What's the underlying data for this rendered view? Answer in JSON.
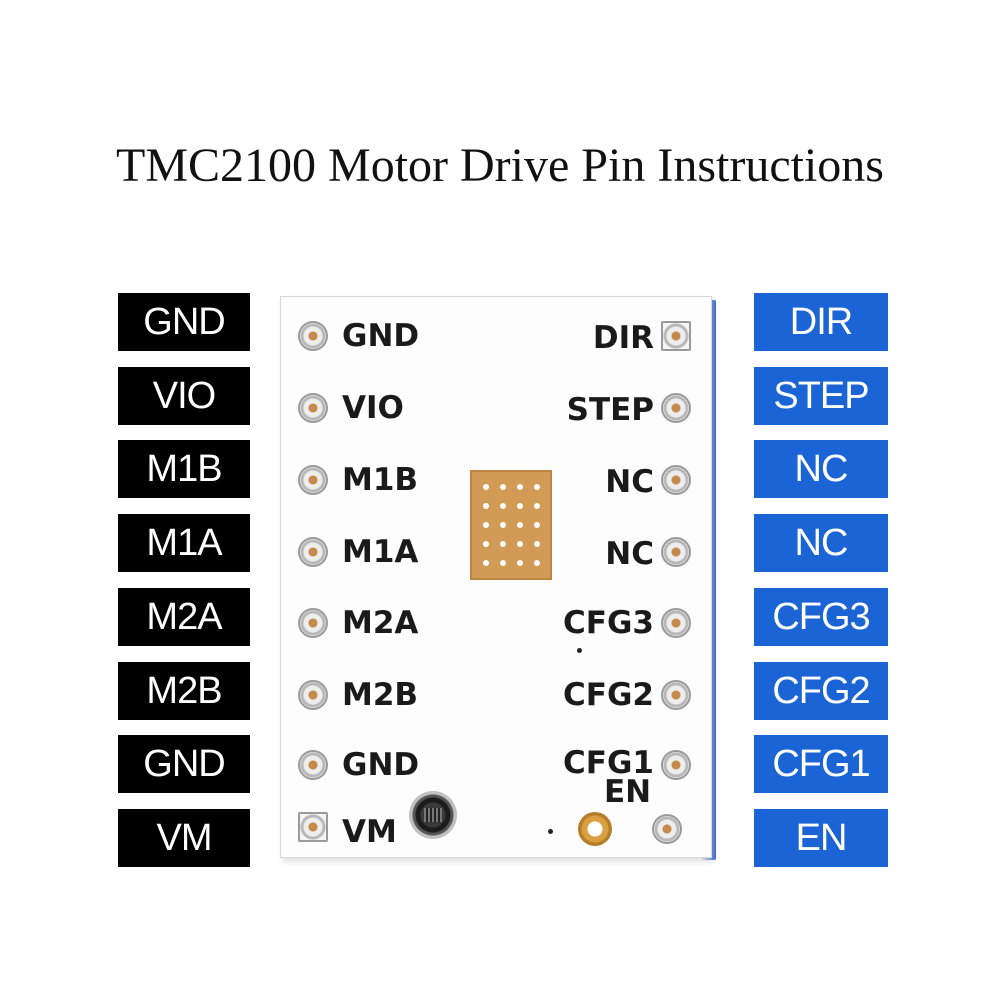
{
  "title": "TMC2100 Motor Drive Pin Instructions",
  "left_labels": [
    "GND",
    "VIO",
    "M1B",
    "M1A",
    "M2A",
    "M2B",
    "GND",
    "VM"
  ],
  "right_labels": [
    "DIR",
    "STEP",
    "NC",
    "NC",
    "CFG3",
    "CFG2",
    "CFG1",
    "EN"
  ],
  "board": {
    "left_silk": [
      "GND",
      "VIO",
      "M1B",
      "M1A",
      "M2A",
      "M2B",
      "GND",
      "VM"
    ],
    "right_silk": [
      "DIR",
      "STEP",
      "NC",
      "NC",
      "CFG3",
      "CFG2",
      "CFG1"
    ],
    "en_silk": "EN"
  },
  "colors": {
    "left_label_bg": "#000000",
    "right_label_bg": "#1a64d6",
    "label_text": "#ffffff"
  }
}
